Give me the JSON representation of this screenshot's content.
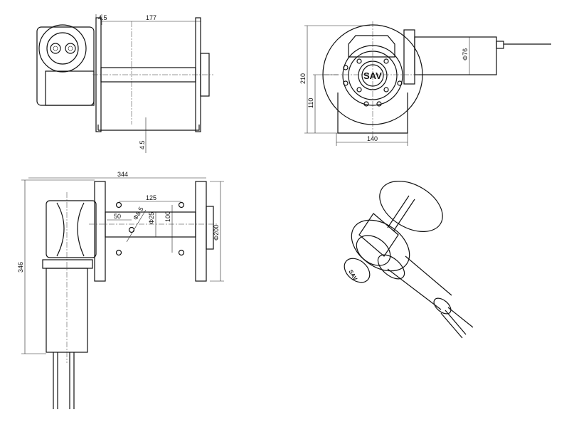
{
  "drawing": {
    "brand_logo": "SAV",
    "top_view": {
      "dim_flange_thickness": "4.5",
      "dim_drum_length": "177",
      "dim_base_thickness": "4.5"
    },
    "end_view": {
      "dim_height": "210",
      "dim_axis_height": "110",
      "dim_base_width": "140",
      "dim_motor_diameter": "Φ76"
    },
    "front_view": {
      "dim_overall_length": "344",
      "dim_bolt_spacing_h": "125",
      "dim_bolt_offset": "50",
      "dim_hole": "Φ8.5",
      "dim_shaft": "Φ25",
      "dim_bolt_spacing_v": "100",
      "dim_flange_diameter": "Φ200",
      "dim_overall_height": "346"
    }
  }
}
